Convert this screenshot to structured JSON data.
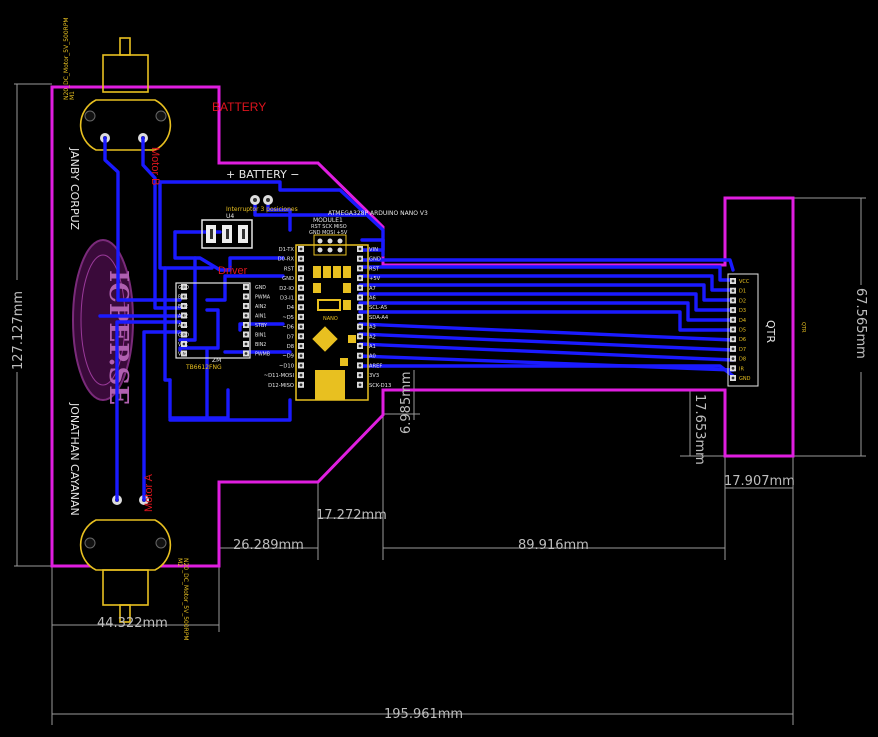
{
  "labels": {
    "battery_top": "BATTERY",
    "battery_silk": "+ BATTERY −",
    "motor_b": "Motor B",
    "motor_a": "Motor A",
    "driver": "Driver",
    "interruptor": "Interruptor 3 posiciones",
    "u4": "U4",
    "arduino": "ATMEGA328P ARDUINO NANO V3",
    "module": "MODULE1",
    "icsp_top1": "RST SCK MISO",
    "icsp_top2": "GND MOSI +5V",
    "nano": "NANO",
    "zm": "ZM",
    "tb": "TB6612FNG",
    "qtr": "QTR",
    "qtr_small": "QTR",
    "author_1": "JANBY CORPUZ",
    "author_2": "JONATHAN CAYANAN",
    "logo": "ICPEP.SE",
    "motor_top_label": "N20_DC_Motor_5V_500RPM",
    "motor_top_ref": "M1",
    "motor_bot_label": "N20_DC_Motor_5V_500RPM",
    "motor_bot_ref": "M2"
  },
  "dimensions": {
    "d_height": "127.127mm",
    "d_qtr_h": "67.565mm",
    "d_step1": "6.985mm",
    "d_step2": "17.653mm",
    "d_qtr_w": "17.907mm",
    "d_gap1": "17.272mm",
    "d_gap2": "26.289mm",
    "d_gap3": "89.916mm",
    "d_left_w": "44.322mm",
    "d_total_w": "195.961mm"
  },
  "pins": {
    "nano_left": [
      "D1-TX",
      "D0-RX",
      "RST",
      "GND",
      "D2-IO",
      "D3-I1",
      "D4",
      "~D5",
      "~D6",
      "D7",
      "D8",
      "~D9",
      "~D10",
      "~D11-MOSI",
      "D12-MISO"
    ],
    "nano_right": [
      "VIN",
      "GND",
      "RST",
      "+5V",
      "A7",
      "A6",
      "SCL-A5",
      "SDA-A4",
      "A3",
      "A2",
      "A1",
      "A0",
      "AREF",
      "3V3",
      "SCK-D13"
    ],
    "tb_left": [
      "GND",
      "BO1",
      "BO2",
      "AO2",
      "AO1",
      "GND",
      "VCC",
      "VM"
    ],
    "tb_right": [
      "GND",
      "PWMA",
      "AIN2",
      "AIN1",
      "STBY",
      "BIN1",
      "BIN2",
      "PWMB"
    ],
    "qtr": [
      "VCC",
      "D1",
      "D2",
      "D3",
      "D4",
      "D5",
      "D6",
      "D7",
      "D8",
      "IR",
      "GND"
    ]
  },
  "colors": {
    "outline": "#e01ee0",
    "trace": "#1a1aff",
    "silk": "#e8c020",
    "text_red": "#e0141e",
    "dim": "#bdbdbd"
  }
}
